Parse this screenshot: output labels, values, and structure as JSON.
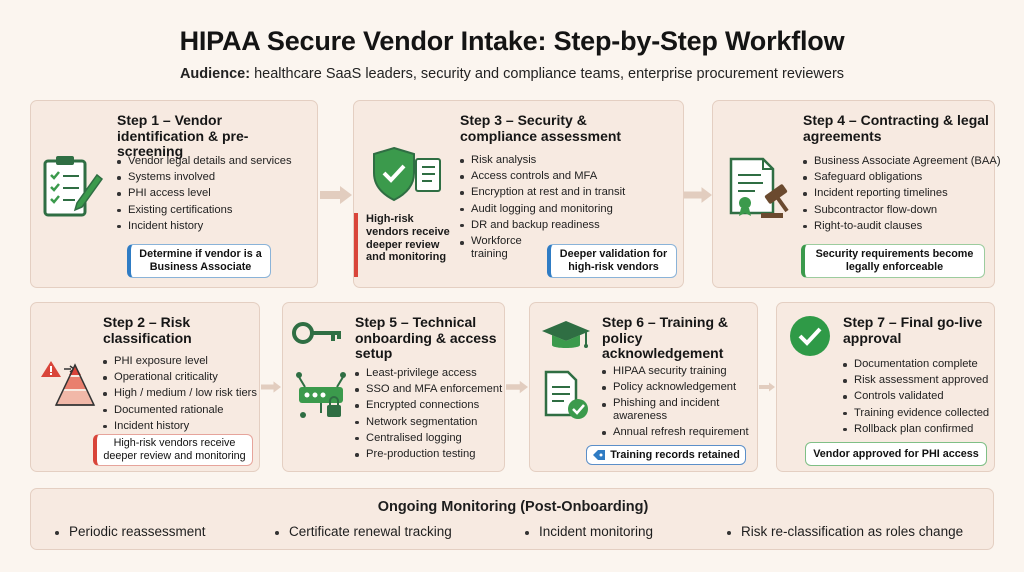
{
  "title": "HIPAA Secure Vendor Intake: Step-by-Step Workflow",
  "audience_label": "Audience:",
  "audience_text": " healthcare SaaS leaders, security and compliance teams, enterprise procurement reviewers",
  "steps": {
    "s1": {
      "title": "Step 1 – Vendor identification & pre-screening",
      "items": [
        "Vendor legal details and services",
        "Systems involved",
        "PHI access level",
        "Existing certifications",
        "Incident history"
      ],
      "pill": "Determine if vendor is a Business Associate",
      "icon": "clipboard-checklist-icon"
    },
    "s2": {
      "title": "Step 2 – Risk classification",
      "items": [
        "PHI exposure level",
        "Operational criticality",
        "High / medium / low risk tiers",
        "Documented rationale",
        "Incident history"
      ],
      "pill": "High-risk vendors receive deeper review and monitoring",
      "icon": "risk-pyramid-icon"
    },
    "s3": {
      "title": "Step 3 – Security & compliance assessment",
      "items": [
        "Risk analysis",
        "Access controls and MFA",
        "Encryption at rest and in transit",
        "Audit logging and monitoring",
        "DR and backup readiness",
        "Workforce training"
      ],
      "note": "High-risk vendors receive deeper review and monitoring",
      "pill": "Deeper validation for high-risk vendors",
      "icon": "shield-check-icon"
    },
    "s4": {
      "title": "Step 4 – Contracting & legal agreements",
      "items": [
        "Business Associate Agreement (BAA)",
        "Safeguard obligations",
        "Incident reporting timelines",
        "Subcontractor flow-down",
        "Right-to-audit clauses"
      ],
      "pill": "Security requirements become legally enforceable",
      "icon": "contract-gavel-icon"
    },
    "s5": {
      "title": "Step 5 – Technical onboarding & access setup",
      "items": [
        "Least-privilege access",
        "SSO and MFA enforcement",
        "Encrypted connections",
        "Network segmentation",
        "Centralised logging",
        "Pre-production testing"
      ],
      "icon": "key-network-icon"
    },
    "s6": {
      "title": "Step 6 – Training & policy acknowledgement",
      "items": [
        "HIPAA security training",
        "Policy acknowledgement",
        "Phishing and incident awareness",
        "Annual refresh requirement"
      ],
      "pill": "Training records retained",
      "icon": "graduation-cap-icon"
    },
    "s7": {
      "title": "Step 7 – Final go-live approval",
      "items": [
        "Documentation complete",
        "Risk assessment approved",
        "Controls validated",
        "Training evidence collected",
        "Rollback plan confirmed"
      ],
      "pill": "Vendor approved for PHI access",
      "icon": "check-circle-icon"
    }
  },
  "monitoring": {
    "title": "Ongoing Monitoring (Post-Onboarding)",
    "items": [
      "Periodic reassessment",
      "Certificate renewal tracking",
      "Incident monitoring",
      "Risk re-classification as roles change"
    ]
  },
  "colors": {
    "card_bg": "#f7eae1",
    "card_border": "#e4cfc2",
    "green": "#3b9a4c",
    "blue": "#2f7cc4",
    "red": "#d9453a",
    "arrow": "#e2cdbf"
  }
}
